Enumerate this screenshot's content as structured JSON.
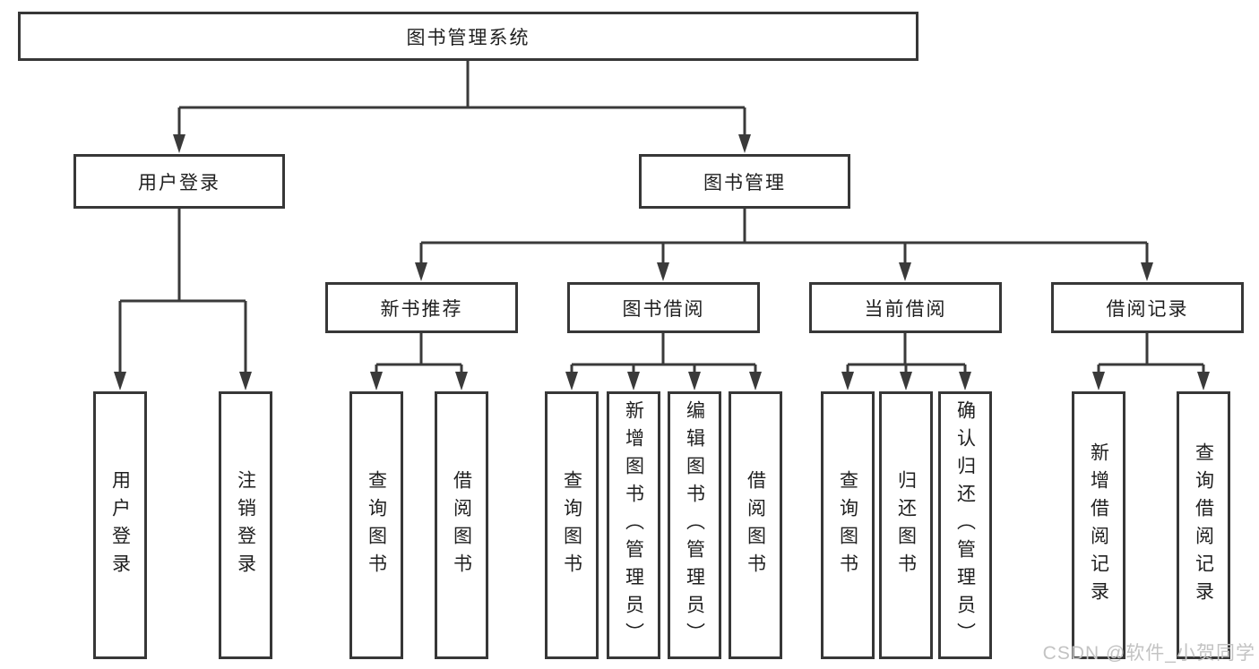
{
  "nodes": {
    "root": {
      "label": "图书管理系统"
    },
    "l2": [
      {
        "label": "用户登录"
      },
      {
        "label": "图书管理"
      }
    ],
    "l3": [
      {
        "label": "新书推荐"
      },
      {
        "label": "图书借阅"
      },
      {
        "label": "当前借阅"
      },
      {
        "label": "借阅记录"
      }
    ],
    "leaves": {
      "login": [
        {
          "label": "用户登录"
        },
        {
          "label": "注销登录"
        }
      ],
      "rec": [
        {
          "label": "查询图书"
        },
        {
          "label": "借阅图书"
        }
      ],
      "borrow": [
        {
          "label": "查询图书"
        },
        {
          "label": "新增图书（管理员）"
        },
        {
          "label": "编辑图书（管理员）"
        },
        {
          "label": "借阅图书"
        }
      ],
      "current": [
        {
          "label": "查询图书"
        },
        {
          "label": "归还图书"
        },
        {
          "label": "确认归还（管理员）"
        }
      ],
      "records": [
        {
          "label": "新增借阅记录"
        },
        {
          "label": "查询借阅记录"
        }
      ]
    }
  },
  "colors": {
    "line": "#3a3a3a",
    "border": "#373737",
    "text": "#1f1f1f",
    "watermark": "#c3c3c3"
  },
  "watermark": {
    "text": "CSDN @软件_小贺同学"
  }
}
